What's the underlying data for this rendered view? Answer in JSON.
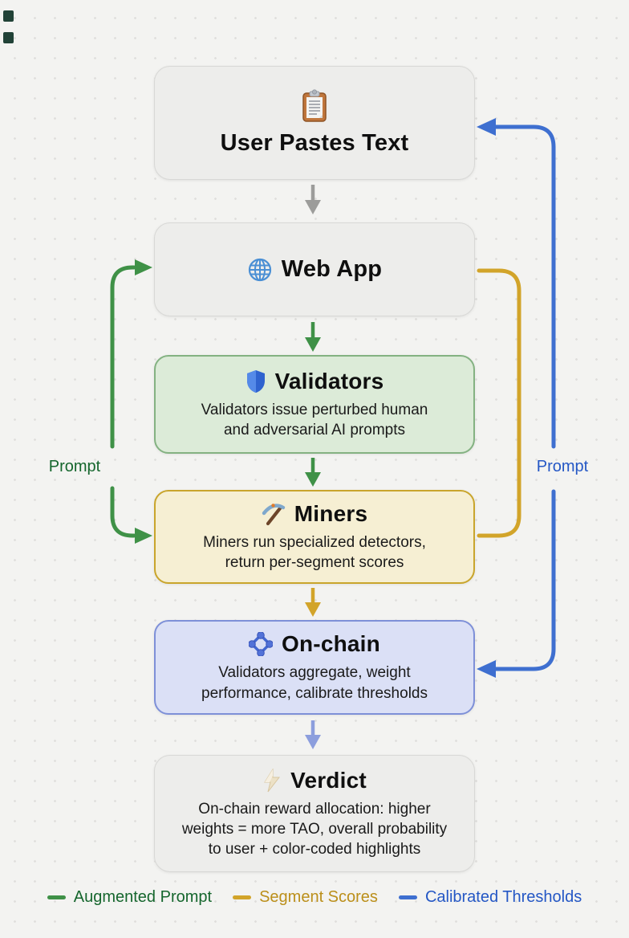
{
  "theme": {
    "canvas_bg": "#f3f3f1",
    "dot_color": "#e0dfdd",
    "box_gray_bg": "#ededeb",
    "box_gray_border": "#d8d8d6",
    "green_bg": "#dcebd8",
    "green_border": "#84b282",
    "gold_bg": "#f6efd3",
    "gold_border": "#c9a52c",
    "blue_bg": "#dbe0f6",
    "blue_border": "#7e90d8",
    "edge_gray": "#9c9c9a",
    "edge_green": "#3f9147",
    "edge_gold": "#d2a42a",
    "edge_blue": "#3e6fd0",
    "edge_periwinkle": "#8c9edd",
    "title_color": "#0f0f0f",
    "subtitle_color": "#1a1a1a",
    "label_green": "#15662d",
    "label_gold": "#bb8f1a",
    "label_blue": "#2457c5"
  },
  "icons": {
    "user": "clipboard-icon",
    "webapp": "globe-icon",
    "validators": "shield-icon",
    "miners": "pickaxe-icon",
    "onchain": "chain-node-icon",
    "verdict": "lightning-icon"
  },
  "nodes": {
    "user": {
      "title": "User Pastes Text"
    },
    "webapp": {
      "title": "Web App"
    },
    "validators": {
      "title": "Validators",
      "subtitle": "Validators issue perturbed human\nand adversarial AI prompts"
    },
    "miners": {
      "title": "Miners",
      "subtitle": "Miners run specialized detectors,\nreturn per-segment scores"
    },
    "onchain": {
      "title": "On-chain",
      "subtitle": "Validators aggregate, weight\nperformance, calibrate thresholds"
    },
    "verdict": {
      "title": "Verdict",
      "subtitle": "On-chain reward allocation: higher\nweights = more TAO, overall probability\nto user + color-coded highlights"
    }
  },
  "edge_labels": {
    "left_prompt": "Prompt",
    "right_prompt": "Prompt"
  },
  "legend": {
    "items": [
      {
        "label": "Augmented Prompt",
        "color": "#3f9147",
        "text_color": "#15662d"
      },
      {
        "label": "Segment Scores",
        "color": "#d2a42a",
        "text_color": "#bb8f1a"
      },
      {
        "label": "Calibrated Thresholds",
        "color": "#3e6fd0",
        "text_color": "#2457c5"
      }
    ]
  }
}
